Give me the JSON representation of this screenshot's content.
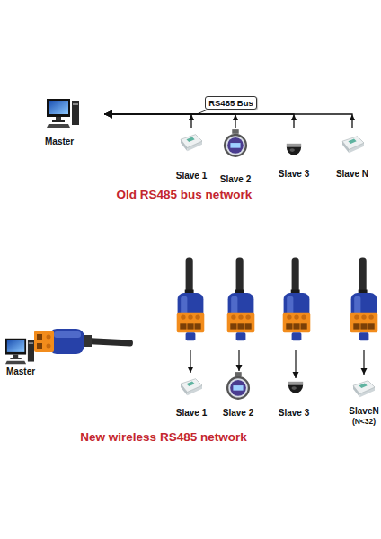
{
  "diagram": {
    "nodes": [
      {
        "text": [
          "Master"
        ]
      },
      {
        "text": [
          "RS485 Bus"
        ]
      },
      {
        "text": [
          "Slave 1"
        ]
      },
      {
        "text": [
          "Slave 2"
        ]
      },
      {
        "text": [
          "Slave 3"
        ]
      },
      {
        "text": [
          "Slave N"
        ]
      },
      {
        "text": [
          "Master"
        ]
      },
      {
        "text": [
          "Slave 1"
        ]
      },
      {
        "text": [
          "Slave 2"
        ]
      },
      {
        "text": [
          "Slave 3"
        ]
      },
      {
        "text": [
          "SlaveN",
          "(N<32)"
        ]
      }
    ],
    "edges": [
      {
        "from": 2,
        "to": 0,
        "arrow": "to"
      },
      {
        "from": 3,
        "to": 0,
        "arrow": "to"
      },
      {
        "from": 4,
        "to": 0,
        "arrow": "to"
      },
      {
        "from": 5,
        "to": 0,
        "arrow": "to"
      }
    ],
    "labels": [
      "Old RS485 bus network",
      "New wireless RS485 network"
    ]
  }
}
